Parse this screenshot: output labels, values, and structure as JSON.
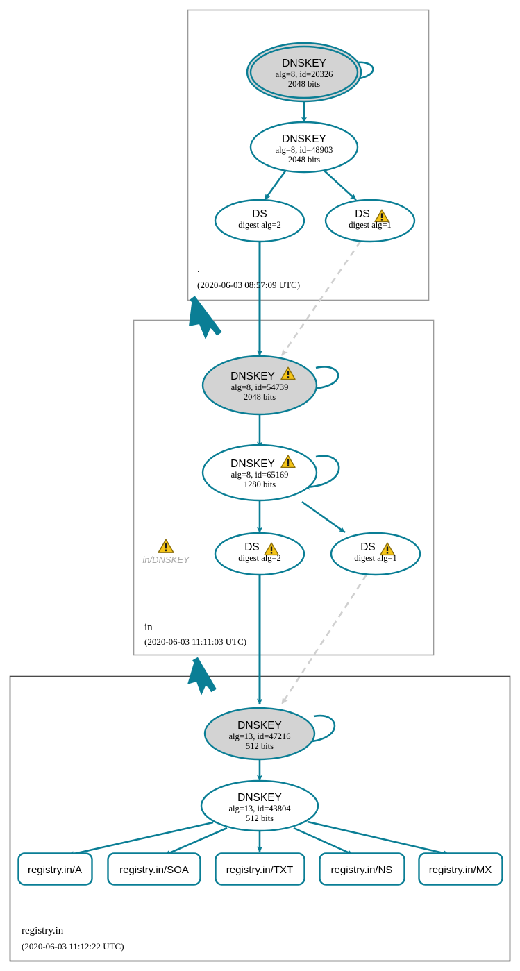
{
  "diagram": {
    "type": "dnssec-authentication-chain",
    "title": "registry.in DNSSEC authentication chain",
    "colors": {
      "edge_teal": "#0a7e95",
      "node_stroke": "#0a7e95",
      "sep_fill": "#d3d3d3",
      "plain_fill": "#ffffff",
      "zone_border": "#9a9a9a",
      "zone_border_dark": "#4a4a4a",
      "dashed_gray": "#d0d0d0",
      "warning_fill": "#f5c518",
      "warning_stroke": "#9c7a10",
      "error_text": "#a8a8a8"
    }
  },
  "zones": [
    {
      "id": "root",
      "name": ".",
      "timestamp": "(2020-06-03 08:57:09 UTC)",
      "nodes": [
        {
          "id": "root-ksk",
          "kind": "DNSKEY",
          "title": "DNSKEY",
          "alg_id": "alg=8, id=20326",
          "bits": "2048 bits",
          "trust_anchor": true,
          "sep": true,
          "warning": false
        },
        {
          "id": "root-zsk",
          "kind": "DNSKEY",
          "title": "DNSKEY",
          "alg_id": "alg=8, id=48903",
          "bits": "2048 bits",
          "trust_anchor": false,
          "sep": false,
          "warning": false
        },
        {
          "id": "root-ds-2",
          "kind": "DS",
          "title": "DS",
          "digest": "digest alg=2",
          "warning": false
        },
        {
          "id": "root-ds-1",
          "kind": "DS",
          "title": "DS",
          "digest": "digest alg=1",
          "warning": true
        }
      ]
    },
    {
      "id": "in",
      "name": "in",
      "timestamp": "(2020-06-03 11:11:03 UTC)",
      "error_label": "in/DNSKEY",
      "error_has_warning": true,
      "nodes": [
        {
          "id": "in-ksk",
          "kind": "DNSKEY",
          "title": "DNSKEY",
          "alg_id": "alg=8, id=54739",
          "bits": "2048 bits",
          "trust_anchor": false,
          "sep": true,
          "warning": true
        },
        {
          "id": "in-zsk",
          "kind": "DNSKEY",
          "title": "DNSKEY",
          "alg_id": "alg=8, id=65169",
          "bits": "1280 bits",
          "trust_anchor": false,
          "sep": false,
          "warning": true
        },
        {
          "id": "in-ds-2",
          "kind": "DS",
          "title": "DS",
          "digest": "digest alg=2",
          "warning": true
        },
        {
          "id": "in-ds-1",
          "kind": "DS",
          "title": "DS",
          "digest": "digest alg=1",
          "warning": true
        }
      ]
    },
    {
      "id": "registry-in",
      "name": "registry.in",
      "timestamp": "(2020-06-03 11:12:22 UTC)",
      "nodes": [
        {
          "id": "reg-ksk",
          "kind": "DNSKEY",
          "title": "DNSKEY",
          "alg_id": "alg=13, id=47216",
          "bits": "512 bits",
          "trust_anchor": false,
          "sep": true,
          "warning": false
        },
        {
          "id": "reg-zsk",
          "kind": "DNSKEY",
          "title": "DNSKEY",
          "alg_id": "alg=13, id=43804",
          "bits": "512 bits",
          "trust_anchor": false,
          "sep": false,
          "warning": false
        }
      ],
      "rrsets": [
        {
          "id": "rr-a",
          "label": "registry.in/A"
        },
        {
          "id": "rr-soa",
          "label": "registry.in/SOA"
        },
        {
          "id": "rr-txt",
          "label": "registry.in/TXT"
        },
        {
          "id": "rr-ns",
          "label": "registry.in/NS"
        },
        {
          "id": "rr-mx",
          "label": "registry.in/MX"
        }
      ]
    }
  ]
}
